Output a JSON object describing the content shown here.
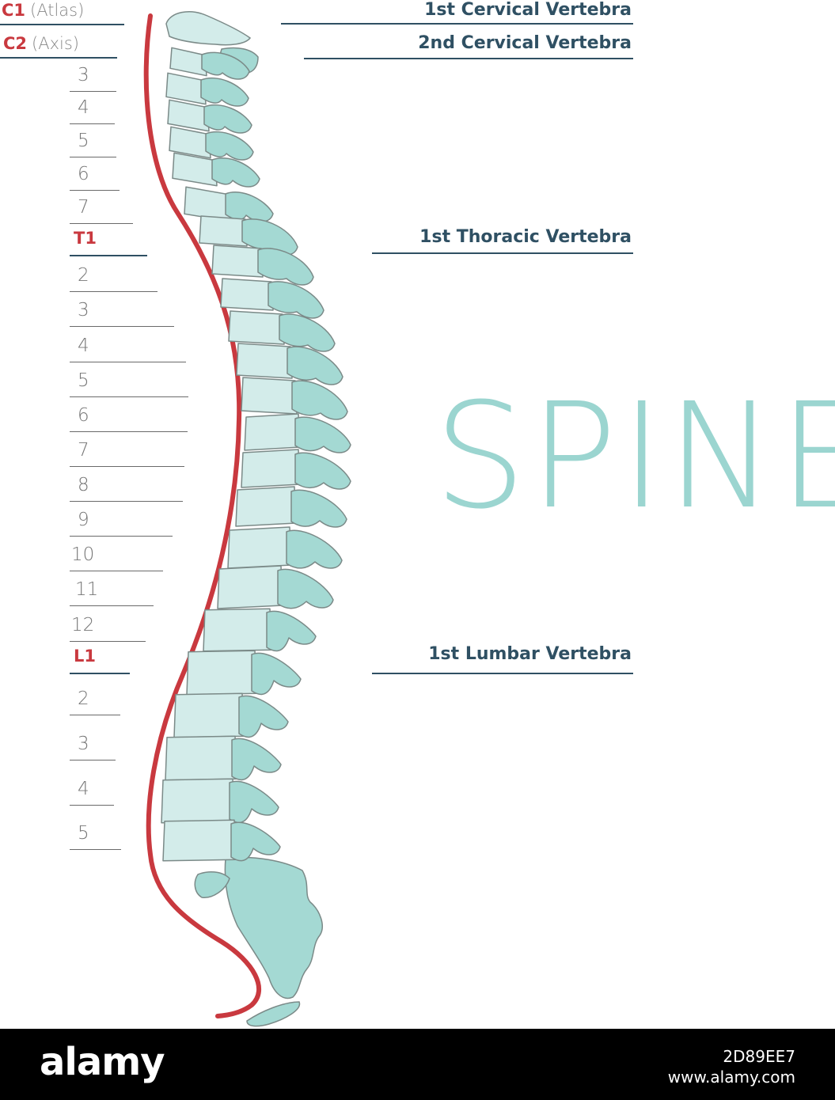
{
  "title": "SPINE",
  "colors": {
    "bone_light": "#d3ecea",
    "bone_dark": "#a4d9d3",
    "outline": "#7b8a88",
    "spinal_curve": "#c9393f",
    "label_accent": "#c9393f",
    "callout_text": "#2f5063",
    "title_color": "#9bd5d0"
  },
  "levels": [
    {
      "text": "C1",
      "sub": "(Atlas)",
      "key": true
    },
    {
      "text": "C2",
      "sub": "(Axis)",
      "key": true
    },
    {
      "text": "3"
    },
    {
      "text": "4"
    },
    {
      "text": "5"
    },
    {
      "text": "6"
    },
    {
      "text": "7"
    },
    {
      "text": "T1",
      "key": true
    },
    {
      "text": "2"
    },
    {
      "text": "3"
    },
    {
      "text": "4"
    },
    {
      "text": "5"
    },
    {
      "text": "6"
    },
    {
      "text": "7"
    },
    {
      "text": "8"
    },
    {
      "text": "9"
    },
    {
      "text": "10"
    },
    {
      "text": "11"
    },
    {
      "text": "12"
    },
    {
      "text": "L1",
      "key": true
    },
    {
      "text": "2"
    },
    {
      "text": "3"
    },
    {
      "text": "4"
    },
    {
      "text": "5"
    }
  ],
  "callouts": [
    {
      "label": "1st Cervical Vertebra"
    },
    {
      "label": "2nd Cervical Vertebra"
    },
    {
      "label": "1st Thoracic Vertebra"
    },
    {
      "label": "1st Lumbar Vertebra"
    }
  ],
  "footer": {
    "brand": "alamy",
    "image_id": "2D89EE7",
    "site": "www.alamy.com"
  }
}
